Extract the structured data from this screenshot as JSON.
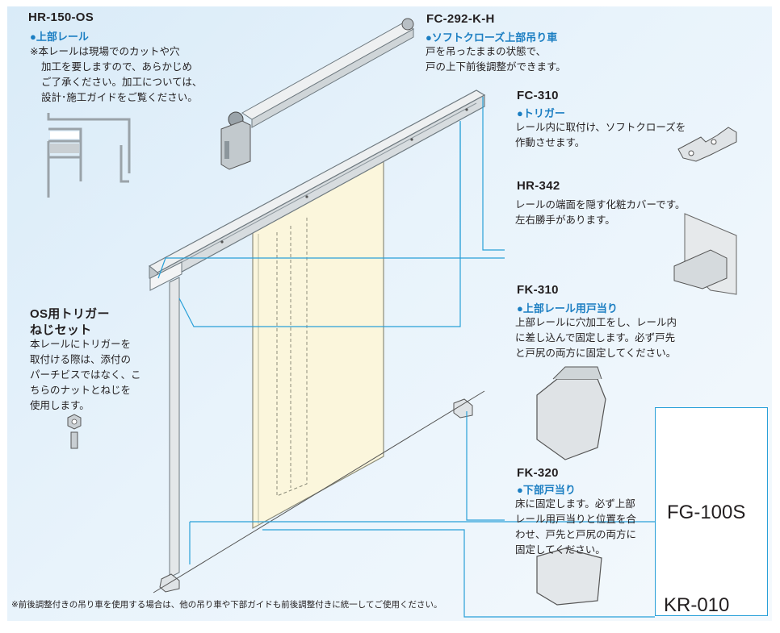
{
  "products": {
    "rail": {
      "code": "HR-150-OS",
      "name": "●上部レール",
      "desc": [
        "※本レールは現場でのカットや穴",
        "加工を要しますので、あらかじめ",
        "ご了承ください。加工については、",
        "設計･施工ガイドをご覧ください。"
      ]
    },
    "hanger": {
      "code": "FC-292-K-H",
      "name": "●ソフトクローズ上部吊り車",
      "desc": [
        "戸を吊ったままの状態で、",
        "戸の上下前後調整ができます。"
      ]
    },
    "trigger": {
      "code": "FC-310",
      "name": "●トリガー",
      "desc": [
        "レール内に取付け、ソフトクローズを",
        "作動させます。"
      ]
    },
    "cover": {
      "code": "HR-342",
      "desc": [
        "レールの端面を隠す化粧カバーです。",
        "左右勝手があります。"
      ]
    },
    "screwset": {
      "title1": "OS用トリガー",
      "title2": "ねじセット",
      "desc": [
        "本レールにトリガーを",
        "取付ける際は、添付の",
        "パーチビスではなく、こ",
        "ちらのナットとねじを",
        "使用します。"
      ]
    },
    "upper_stop": {
      "code": "FK-310",
      "name": "●上部レール用戸当り",
      "desc": [
        "上部レールに穴加工をし、レール内",
        "に差し込んで固定します。必ず戸先",
        "と戸尻の両方に固定してください。"
      ]
    },
    "lower_stop": {
      "code": "FK-320",
      "name": "●下部戸当り",
      "desc": [
        "床に固定します。必ず上部",
        "レール用戸当りと位置を合",
        "わせ、戸先と戸尻の両方に",
        "固定してください。"
      ]
    },
    "guide": {
      "code": "FG-100S"
    },
    "guide_rail": {
      "code": "KR-010"
    }
  },
  "footnote": "※前後調整付きの吊り車を使用する場合は、他の吊り車や下部ガイドも前後調整付きに統一してご使用ください。",
  "colors": {
    "accent": "#1b7ec2",
    "leader": "#29a0d8",
    "door": "#fbf6dc",
    "background": "#e4f1fa"
  }
}
